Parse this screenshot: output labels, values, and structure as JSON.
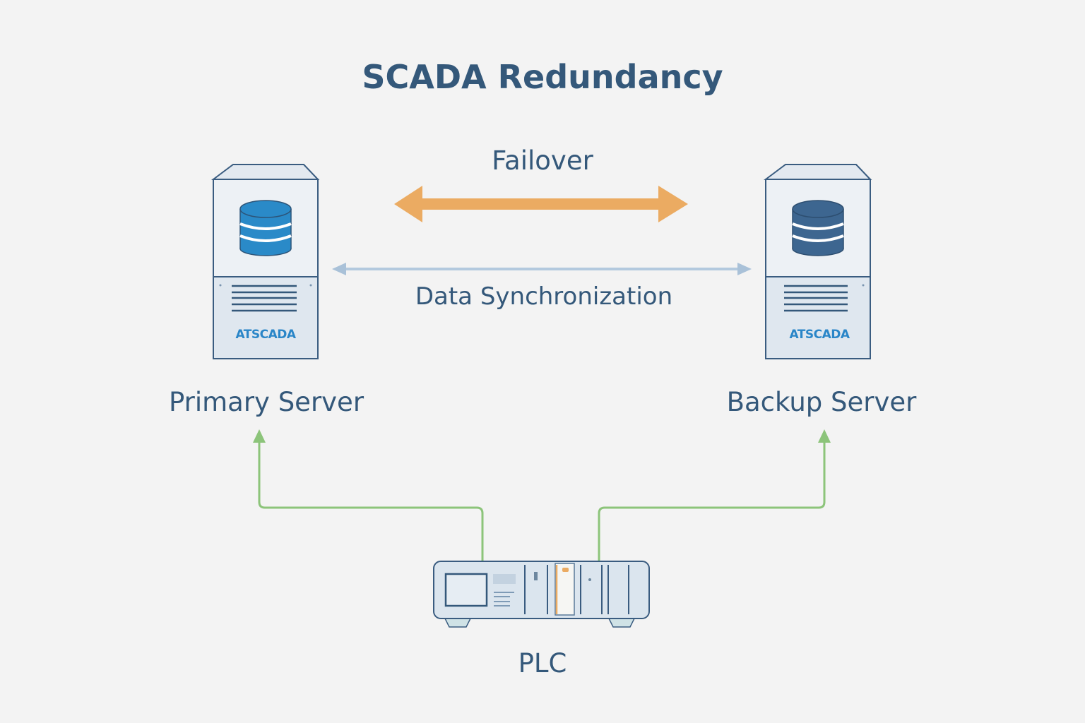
{
  "title": "SCADA Redundancy",
  "links": {
    "failover": "Failover",
    "data_sync": "Data Synchronization"
  },
  "nodes": {
    "primary": {
      "label": "Primary Server",
      "brand": "ATSCADA",
      "db_color": "#2a8ac8"
    },
    "backup": {
      "label": "Backup Server",
      "brand": "ATSCADA",
      "db_color": "#3d6690"
    },
    "plc": {
      "label": "PLC"
    }
  },
  "colors": {
    "title": "#34587a",
    "failover_arrow": "#ebab62",
    "sync_arrow": "#a9c1d8",
    "plc_links": "#8cc47a",
    "outline": "#3a5c80",
    "panel": "#dfe7ef"
  }
}
